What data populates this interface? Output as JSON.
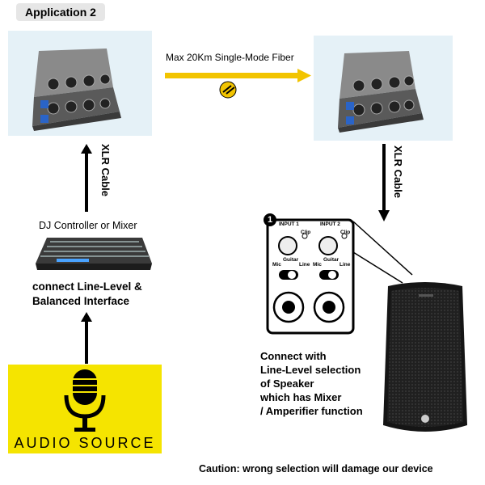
{
  "header": {
    "title": "Application 2"
  },
  "fiber": {
    "label": "Max 20Km Single-Mode Fiber"
  },
  "cables": {
    "left": "XLR Cable",
    "right": "XLR Cable"
  },
  "mixer": {
    "label": "DJ Controller or Mixer"
  },
  "interface": {
    "line1": "connect  Line-Level &",
    "line2": "Balanced Interface"
  },
  "audio_source": {
    "label": "AUDIO SOURCE"
  },
  "speaker_panel": {
    "badge": "1",
    "input1": "INPUT 1",
    "input2": "INPUT 2",
    "clip": "Clip",
    "mic": "Mic",
    "guitar": "Guitar",
    "line": "Line"
  },
  "connect": {
    "lines": [
      "Connect with",
      "Line-Level selection",
      "of Speaker",
      "which has Mixer",
      "/ Amperifier function"
    ]
  },
  "caution": {
    "text": "Caution:  wrong selection will damage our device"
  },
  "colors": {
    "panel_bg": "#e5f1f7",
    "fiber_arrow": "#f2c400",
    "audio_bg": "#f5e400",
    "device_body": "#6e6e6e"
  }
}
